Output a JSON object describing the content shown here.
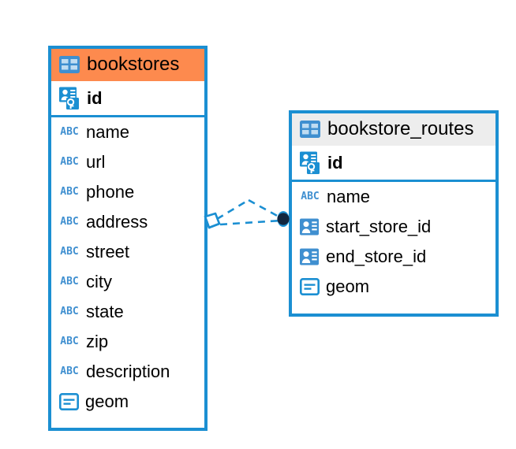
{
  "diagram": {
    "type": "entity-relationship-diagram",
    "background_color": "#ffffff",
    "accent_color": "#1b8fd2",
    "highlight_color": "#fd8a4e",
    "header_plain_color": "#ededed"
  },
  "entities": [
    {
      "name": "bookstores",
      "header_icon": "table-icon",
      "header_style": "highlight",
      "fields": [
        {
          "name": "id",
          "icon": "primary-key-icon",
          "type_hint": "pk"
        },
        {
          "name": "name",
          "icon": "abc-text-icon",
          "type_hint": "text"
        },
        {
          "name": "url",
          "icon": "abc-text-icon",
          "type_hint": "text"
        },
        {
          "name": "phone",
          "icon": "abc-text-icon",
          "type_hint": "text"
        },
        {
          "name": "address",
          "icon": "abc-text-icon",
          "type_hint": "text"
        },
        {
          "name": "street",
          "icon": "abc-text-icon",
          "type_hint": "text"
        },
        {
          "name": "city",
          "icon": "abc-text-icon",
          "type_hint": "text"
        },
        {
          "name": "state",
          "icon": "abc-text-icon",
          "type_hint": "text"
        },
        {
          "name": "zip",
          "icon": "abc-text-icon",
          "type_hint": "text"
        },
        {
          "name": "description",
          "icon": "abc-text-icon",
          "type_hint": "text"
        },
        {
          "name": "geom",
          "icon": "geometry-icon",
          "type_hint": "geometry"
        }
      ]
    },
    {
      "name": "bookstore_routes",
      "header_icon": "table-icon",
      "header_style": "plain",
      "fields": [
        {
          "name": "id",
          "icon": "primary-key-icon",
          "type_hint": "pk"
        },
        {
          "name": "name",
          "icon": "abc-text-icon",
          "type_hint": "text"
        },
        {
          "name": "start_store_id",
          "icon": "foreign-key-icon",
          "type_hint": "fk"
        },
        {
          "name": "end_store_id",
          "icon": "foreign-key-icon",
          "type_hint": "fk"
        },
        {
          "name": "geom",
          "icon": "geometry-icon",
          "type_hint": "geometry"
        }
      ]
    }
  ],
  "relationship": {
    "source_entity": "bookstores",
    "target_entity": "bookstore_routes",
    "line_style": "dashed",
    "line_color": "#1b8fd2",
    "source_endpoint": "diamond-marker",
    "target_endpoint": "filled-circle-marker",
    "target_endpoint_color": "#12263f"
  },
  "icon_glyphs": {
    "abc_label": "ABC"
  }
}
